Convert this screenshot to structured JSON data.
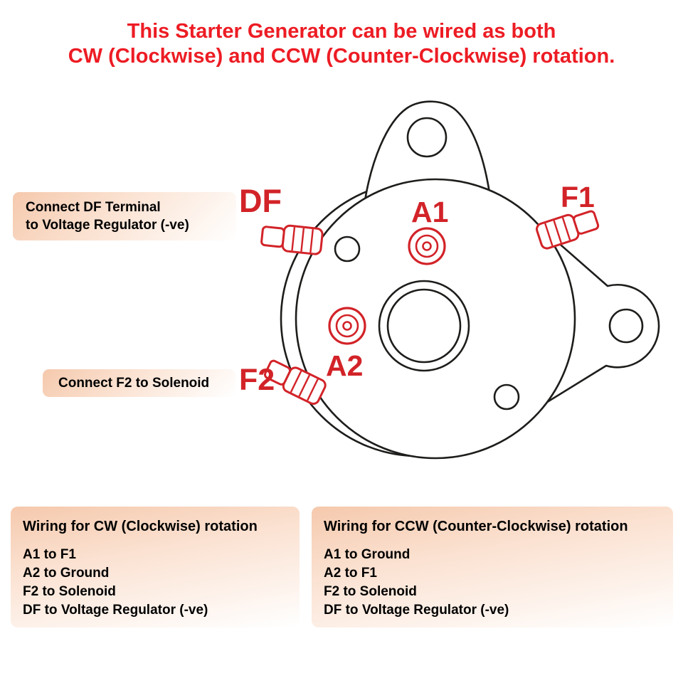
{
  "colors": {
    "title_red": "#ed1c24",
    "diagram_red": "#d22328",
    "line_color": "#1d1d1b",
    "panel_peach": "#f5c9ad"
  },
  "title": {
    "line1": "This Starter Generator can be wired as both",
    "line2": "CW (Clockwise) and CCW (Counter-Clockwise) rotation."
  },
  "terminals": {
    "df": "DF",
    "a1": "A1",
    "f1": "F1",
    "a2": "A2",
    "f2": "F2"
  },
  "callouts": {
    "df": {
      "line1": "Connect DF Terminal",
      "line2": "to Voltage Regulator (-ve)"
    },
    "f2": {
      "text": "Connect F2 to Solenoid"
    }
  },
  "panels": {
    "cw": {
      "title": "Wiring for CW (Clockwise) rotation",
      "items": [
        "A1 to F1",
        "A2 to Ground",
        "F2 to Solenoid",
        "DF to Voltage Regulator (-ve)"
      ]
    },
    "ccw": {
      "title": "Wiring for CCW (Counter-Clockwise) rotation",
      "items": [
        "A1 to Ground",
        "A2 to F1",
        "F2 to Solenoid",
        "DF to Voltage Regulator (-ve)"
      ]
    }
  }
}
